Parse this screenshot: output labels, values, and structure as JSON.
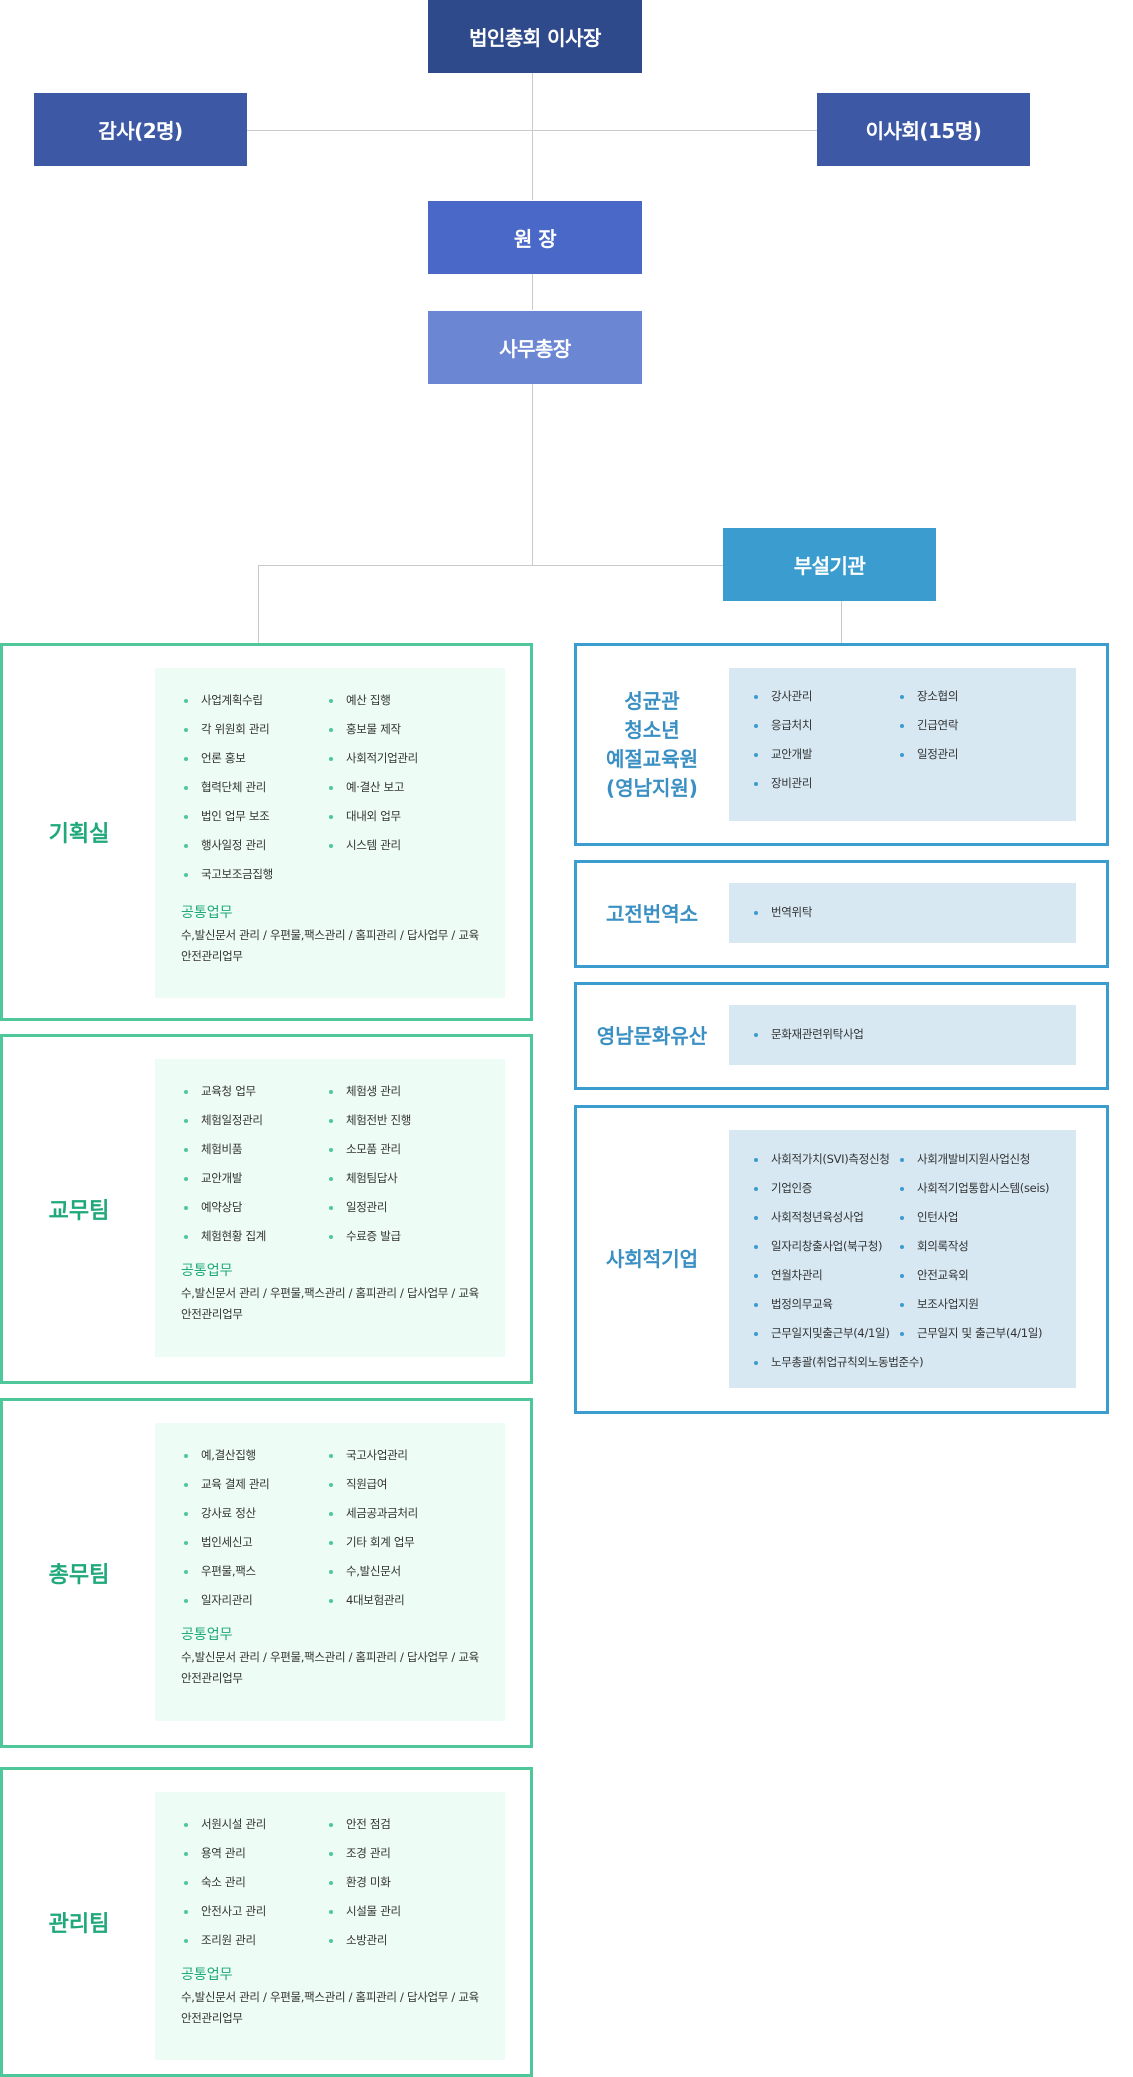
{
  "top": {
    "chairman": "법인총회 이사장",
    "auditor": "감사(2명)",
    "board": "이사회(15명)",
    "director": "원 장",
    "secretary": "사무총장",
    "affiliate": "부설기관"
  },
  "departments": [
    {
      "title": "기획실",
      "items": [
        "사업계획수립",
        "예산 집행",
        "각 위원회 관리",
        "홍보물 제작",
        "언론 홍보",
        "사회적기업관리",
        "협력단체 관리",
        "예·결산 보고",
        "법인 업무 보조",
        "대내외 업무",
        "행사일정 관리",
        "시스템 관리",
        "국고보조금집행"
      ],
      "common_title": "공통업무",
      "common_text": "수,발신문서 관리 / 우편물,팩스관리 / 홈피관리 / 답사업무 / 교육 안전관리업무"
    },
    {
      "title": "교무팀",
      "items": [
        "교육청 업무",
        "체험생 관리",
        "체험일정관리",
        "체험전반 진행",
        "체험비품",
        "소모품 관리",
        "교안개발",
        "체험팀답사",
        "예약상담",
        "일정관리",
        "체험현황 집계",
        "수료증 발급"
      ],
      "common_title": "공통업무",
      "common_text": "수,발신문서 관리 / 우편물,팩스관리 / 홈피관리 / 답사업무 / 교육 안전관리업무"
    },
    {
      "title": "총무팀",
      "items": [
        "예,결산집행",
        "국고사업관리",
        "교육 결제 관리",
        "직원급여",
        "강사료 정산",
        "세금공과금처리",
        "법인세신고",
        "기타 회계 업무",
        "우편물,팩스",
        "수,발신문서",
        "일자리관리",
        "4대보험관리"
      ],
      "common_title": "공통업무",
      "common_text": "수,발신문서 관리 / 우편물,팩스관리 / 홈피관리 / 답사업무 / 교육 안전관리업무"
    },
    {
      "title": "관리팀",
      "items": [
        "서원시설 관리",
        "안전 점검",
        "용역 관리",
        "조경 관리",
        "숙소 관리",
        "환경 미화",
        "안전사고 관리",
        "시설물 관리",
        "조리원 관리",
        "소방관리"
      ],
      "common_title": "공통업무",
      "common_text": "수,발신문서 관리 / 우편물,팩스관리 / 홈피관리 / 답사업무 / 교육 안전관리업무"
    }
  ],
  "institutes": [
    {
      "title_lines": [
        "성균관",
        "청소년",
        "예절교육원",
        "(영남지원)"
      ],
      "items": [
        "강사관리",
        "장소협의",
        "응급처치",
        "긴급연락",
        "교안개발",
        "일정관리",
        "장비관리"
      ]
    },
    {
      "title_lines": [
        "고전번역소"
      ],
      "items": [
        "번역위탁"
      ]
    },
    {
      "title_lines": [
        "영남문화유산"
      ],
      "items": [
        "문화재관련위탁사업"
      ]
    },
    {
      "title_lines": [
        "사회적기업"
      ],
      "items": [
        "사회적가치(SVI)측정신청",
        "사회개발비지원사업신청",
        "기업인증",
        "사회적기업통합시스템(seis)",
        "사회적청년육성사업",
        "인턴사업",
        "일자리창출사업(북구청)",
        "회의록작성",
        "연월차관리",
        "안전교육외",
        "법정의무교육",
        "보조사업지원",
        "근무일지및출근부(4/1일)",
        "근무일지 및 출근부(4/1일)",
        "노무총괄(취업규칙외노동법준수)"
      ]
    }
  ]
}
